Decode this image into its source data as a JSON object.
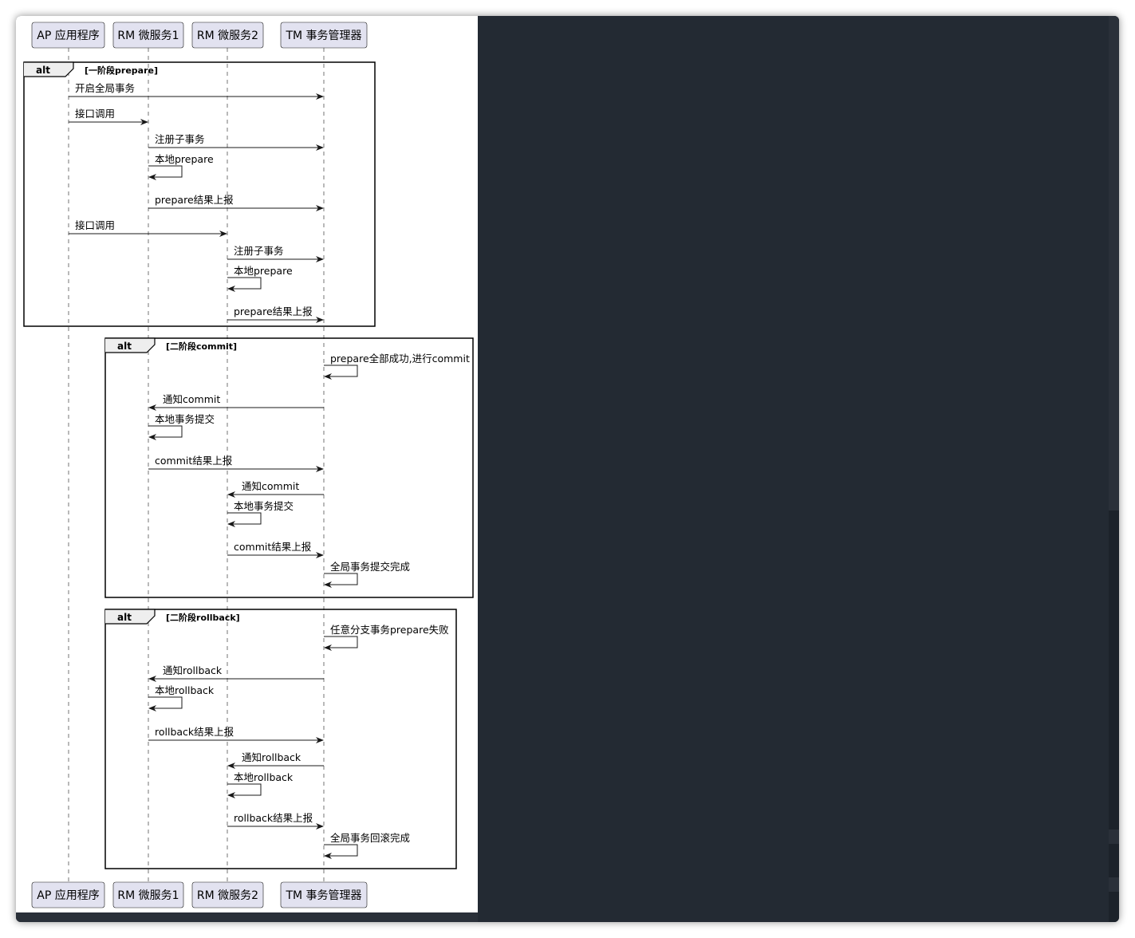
{
  "participants": [
    {
      "id": "ap",
      "label": "AP 应用程序"
    },
    {
      "id": "rm1",
      "label": "RM 微服务1"
    },
    {
      "id": "rm2",
      "label": "RM 微服务2"
    },
    {
      "id": "tm",
      "label": "TM 事务管理器"
    }
  ],
  "fragments": [
    {
      "kind": "alt",
      "guard": "[一阶段prepare]",
      "messages": [
        {
          "from": "ap",
          "to": "tm",
          "label": "开启全局事务"
        },
        {
          "from": "ap",
          "to": "rm1",
          "label": "接口调用"
        },
        {
          "from": "rm1",
          "to": "tm",
          "label": "注册子事务"
        },
        {
          "from": "rm1",
          "to": "rm1",
          "label": "本地prepare"
        },
        {
          "from": "rm1",
          "to": "tm",
          "label": "prepare结果上报"
        },
        {
          "from": "ap",
          "to": "rm2",
          "label": "接口调用"
        },
        {
          "from": "rm2",
          "to": "tm",
          "label": "注册子事务"
        },
        {
          "from": "rm2",
          "to": "rm2",
          "label": "本地prepare"
        },
        {
          "from": "rm2",
          "to": "tm",
          "label": "prepare结果上报"
        }
      ]
    },
    {
      "kind": "alt",
      "guard": "[二阶段commit]",
      "messages": [
        {
          "from": "tm",
          "to": "tm",
          "label": "prepare全部成功,进行commit"
        },
        {
          "from": "tm",
          "to": "rm1",
          "label": "通知commit"
        },
        {
          "from": "rm1",
          "to": "rm1",
          "label": "本地事务提交"
        },
        {
          "from": "rm1",
          "to": "tm",
          "label": "commit结果上报"
        },
        {
          "from": "tm",
          "to": "rm2",
          "label": "通知commit"
        },
        {
          "from": "rm2",
          "to": "rm2",
          "label": "本地事务提交"
        },
        {
          "from": "rm2",
          "to": "tm",
          "label": "commit结果上报"
        },
        {
          "from": "tm",
          "to": "tm",
          "label": "全局事务提交完成"
        }
      ]
    },
    {
      "kind": "alt",
      "guard": "[二阶段rollback]",
      "messages": [
        {
          "from": "tm",
          "to": "tm",
          "label": "任意分支事务prepare失败"
        },
        {
          "from": "tm",
          "to": "rm1",
          "label": "通知rollback"
        },
        {
          "from": "rm1",
          "to": "rm1",
          "label": "本地rollback"
        },
        {
          "from": "rm1",
          "to": "tm",
          "label": "rollback结果上报"
        },
        {
          "from": "tm",
          "to": "rm2",
          "label": "通知rollback"
        },
        {
          "from": "rm2",
          "to": "rm2",
          "label": "本地rollback"
        },
        {
          "from": "rm2",
          "to": "tm",
          "label": "rollback结果上报"
        },
        {
          "from": "tm",
          "to": "tm",
          "label": "全局事务回滚完成"
        }
      ]
    }
  ]
}
